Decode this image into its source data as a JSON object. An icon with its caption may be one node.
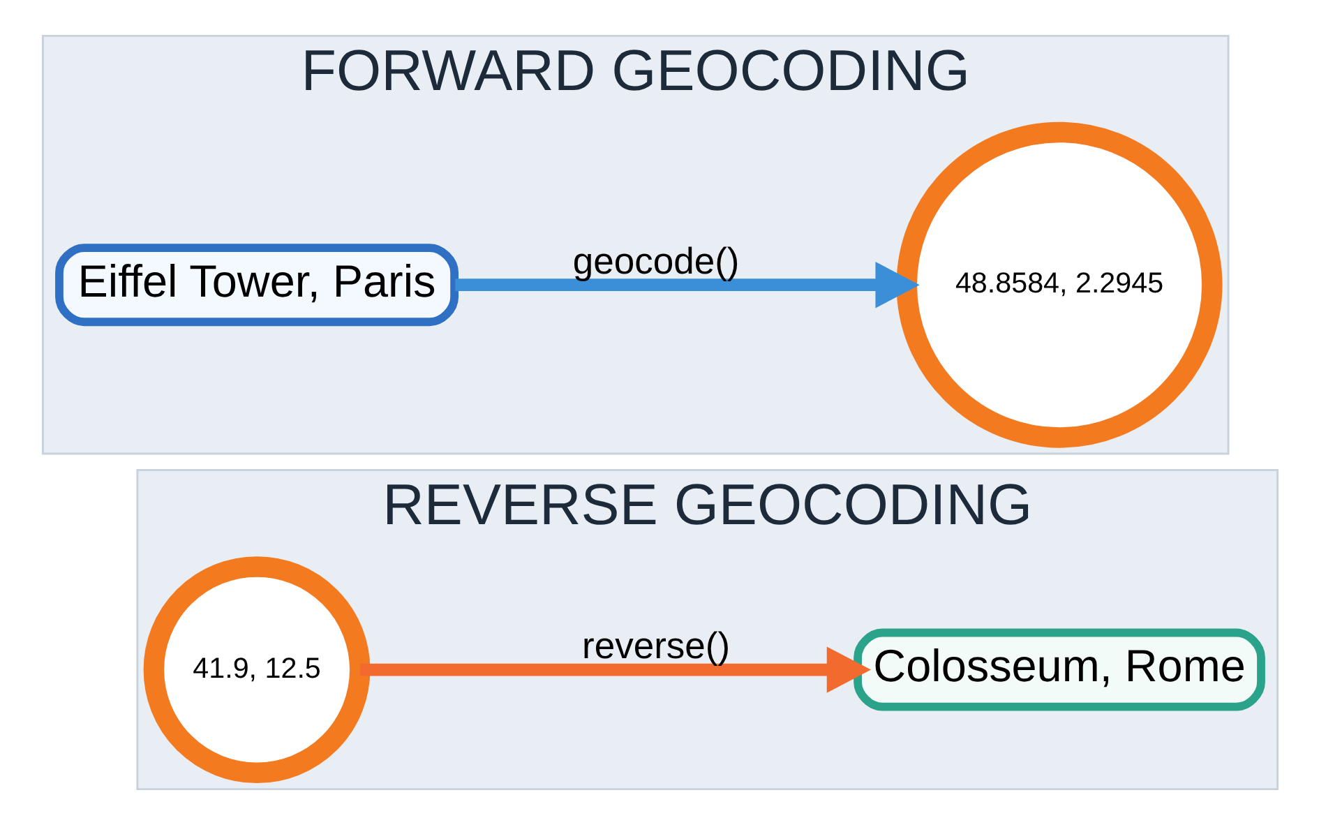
{
  "diagram": {
    "nodes": [
      {
        "text": [
          "FORWARD GEOCODING"
        ]
      },
      {
        "text": [
          "Eiffel Tower, Paris"
        ],
        "in": 0
      },
      {
        "text": [
          "48.8584, 2.2945"
        ],
        "in": 0
      },
      {
        "text": [
          "REVERSE GEOCODING"
        ]
      },
      {
        "text": [
          "41.9, 12.5"
        ],
        "in": 3
      },
      {
        "text": [
          "Colosseum, Rome"
        ],
        "in": 3
      }
    ],
    "edges": [
      {
        "from": 1,
        "to": 2,
        "arrow": "to",
        "label": "geocode()",
        "color": "#3a8fd8"
      },
      {
        "from": 4,
        "to": 5,
        "arrow": "to",
        "label": "reverse()",
        "color": "#f26a2e"
      }
    ]
  }
}
